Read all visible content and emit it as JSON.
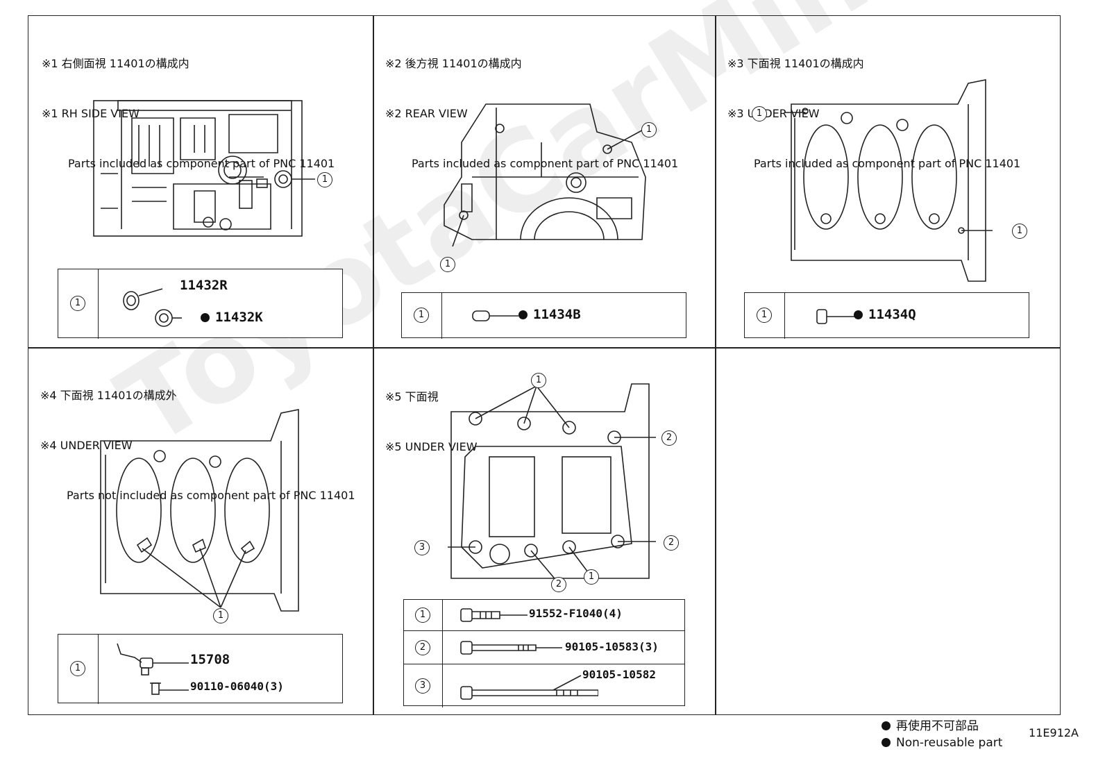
{
  "watermark": "ToyotaCarMine.ru",
  "panels": [
    {
      "jp": "※1 右側面視 11401の構成内",
      "en": "※1 RH SIDE VIEW",
      "note": "Parts included as component part of PNC 11401"
    },
    {
      "jp": "※2 後方視 11401の構成内",
      "en": "※2 REAR VIEW",
      "note": "Parts included as component part of PNC 11401"
    },
    {
      "jp": "※3 下面視 11401の構成内",
      "en": "※3 UNDER VIEW",
      "note": "Parts included as component part of PNC 11401"
    },
    {
      "jp": "※4 下面視 11401の構成外",
      "en": "※4 UNDER VIEW",
      "note": "Parts not included as component part of PNC 11401"
    },
    {
      "jp": "※5 下面視",
      "en": "※5 UNDER VIEW",
      "note": ""
    }
  ],
  "callouts": {
    "one": "1",
    "two": "2",
    "three": "3"
  },
  "parts": {
    "p1a": "11432R",
    "p1b": "11432K",
    "p2a": "11434B",
    "p3a": "11434Q",
    "p4a": "15708",
    "p4b": "90110-06040(3)",
    "p5a": "91552-F1040(4)",
    "p5b": "90105-10583(3)",
    "p5c": "90105-10582"
  },
  "legend": {
    "jp": "再使用不可部品",
    "en": "Non-reusable part"
  },
  "code": "11E912A"
}
